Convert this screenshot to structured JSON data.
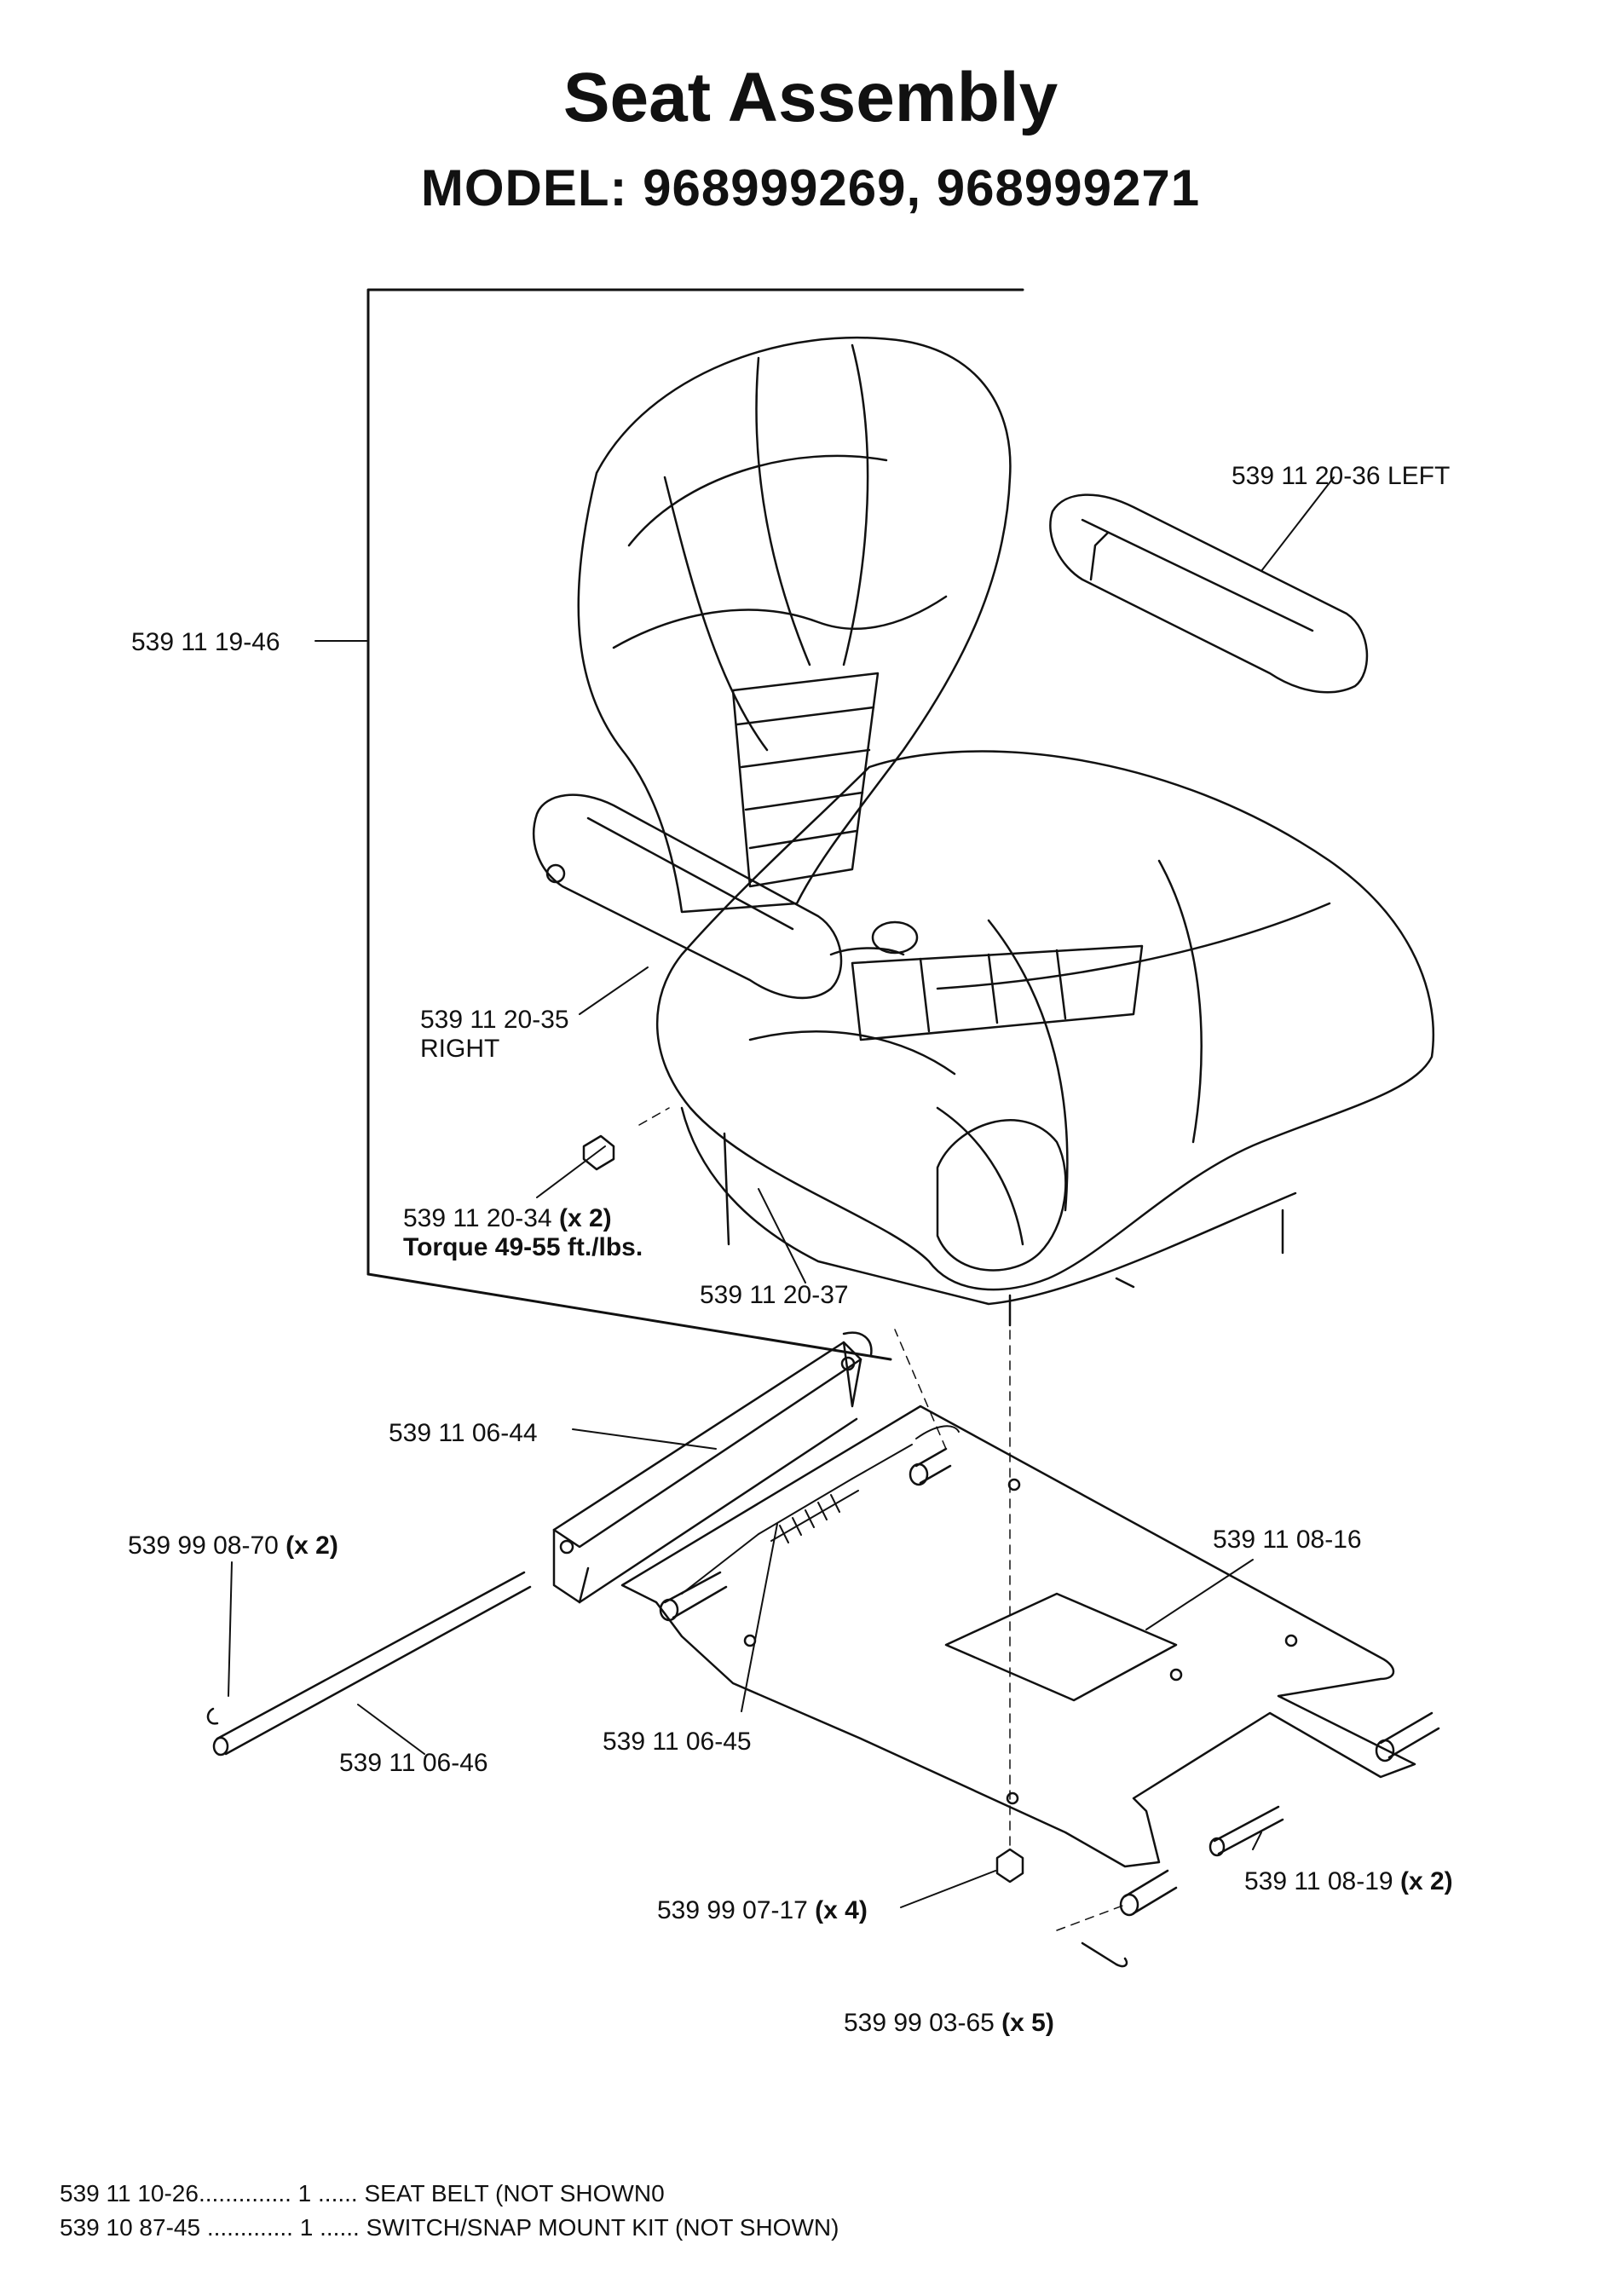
{
  "header": {
    "title": "Seat Assembly",
    "model_line": "MODEL:   968999269, 968999271"
  },
  "callouts": {
    "c1": {
      "part": "539 11 20-36",
      "text": " LEFT"
    },
    "c2": {
      "part": "539 11 19-46"
    },
    "c3": {
      "part": "539 11 20-35",
      "line2": "RIGHT"
    },
    "c4": {
      "part": "539 11 20-34",
      "qty": "(x 2)",
      "note": "Torque 49-55 ft./lbs."
    },
    "c5": {
      "part": "539 11 20-37"
    },
    "c6": {
      "part": "539 11 06-44"
    },
    "c7": {
      "part": "539 99 08-70",
      "qty": "(x 2)"
    },
    "c8": {
      "part": "539 11 08-16"
    },
    "c9": {
      "part": "539 11 06-46"
    },
    "c10": {
      "part": "539 11 06-45"
    },
    "c11": {
      "part": "539 11 08-19",
      "qty": "(x 2)"
    },
    "c12": {
      "part": "539 99 07-17",
      "qty": "(x 4)"
    },
    "c13": {
      "part": "539 99 03-65",
      "qty": "(x 5)"
    }
  },
  "parts_list": [
    {
      "part": "539 11 10-26",
      "dots": "..............",
      "qty": "1",
      "sep": "......",
      "desc": "SEAT BELT (NOT SHOWN0"
    },
    {
      "part": "539 10 87-45",
      "dots": " .............",
      "qty": "1",
      "sep": "......",
      "desc": "SWITCH/SNAP MOUNT KIT (NOT SHOWN)"
    }
  ]
}
